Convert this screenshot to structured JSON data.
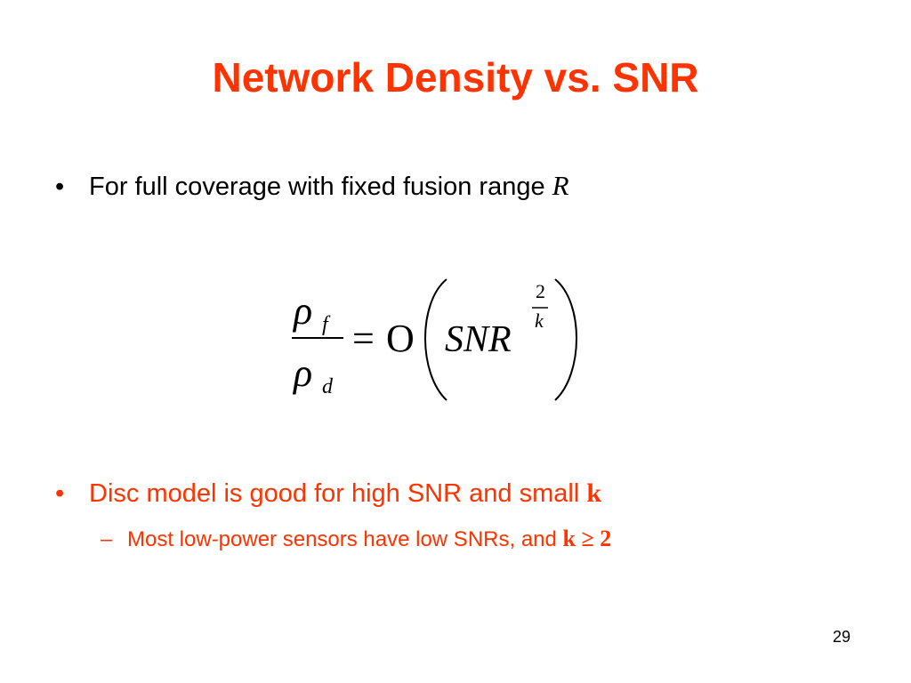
{
  "colors": {
    "accent": "#ff3300",
    "text": "#000000"
  },
  "slide": {
    "title": "Network Density vs. SNR",
    "bullets": [
      {
        "marker": "•",
        "text": "For full coverage with fixed fusion range ",
        "math": "R"
      },
      {
        "marker": "•",
        "text": "Disc model is good for high SNR and small ",
        "math": "k"
      }
    ],
    "sub_bullet": {
      "marker": "–",
      "text": "Most low-power sensors have low SNRs, and ",
      "math": "k ≥ 2"
    },
    "formula": {
      "numerator": "ρ",
      "numerator_sub": "f",
      "denominator": "ρ",
      "denominator_sub": "d",
      "equals": "=",
      "big_o": "O",
      "snr": "SNR",
      "exp_num": "2",
      "exp_den": "k"
    },
    "page_number": "29"
  }
}
